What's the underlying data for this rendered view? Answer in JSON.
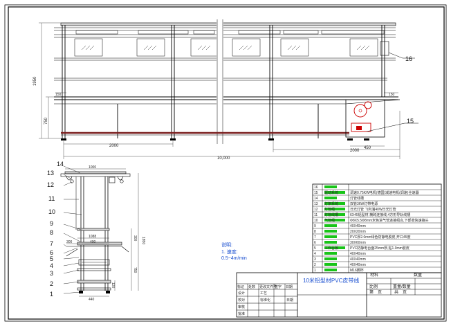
{
  "colors": {
    "frame": "#000000",
    "dimension": "#2a2a2a",
    "belt": "#7a1f1f",
    "motor": "#cc0000",
    "part_fill": "#d4d4d4",
    "blue_text": "#1a4fd0",
    "green_cell": "#19c419"
  },
  "front_view": {
    "dimensions": {
      "height": "1950",
      "frame_height": "750",
      "left_section": "2000",
      "total_length": "10,000",
      "right_section": "2000",
      "drive_width": "450",
      "left_end": "150",
      "right_end": "150"
    },
    "callouts": [
      "16",
      "15"
    ]
  },
  "side_view": {
    "dimensions": {
      "top_width": "1000",
      "mid_width": "1088",
      "inner_width": "400",
      "left_shelf": "300",
      "base_width": "440",
      "overall_height": "1850",
      "upper_height": "300",
      "lower_height": "750",
      "base_height": "120"
    },
    "callouts": [
      "14",
      "13",
      "12",
      "11",
      "10",
      "9",
      "8",
      "7",
      "6",
      "5",
      "4",
      "3",
      "2",
      "1"
    ]
  },
  "notes": {
    "heading": "说明:",
    "line1": "1. 速度:",
    "line2": "0.5~4m/min"
  },
  "parts_table": {
    "rows": [
      {
        "no": "16",
        "name": "",
        "spec": ""
      },
      {
        "no": "15",
        "name": "驱动系统",
        "spec": "调速0.75KW电机(德国)减速电机(调速)全速器"
      },
      {
        "no": "14",
        "name": "",
        "spec": "灯管线槽"
      },
      {
        "no": "13",
        "name": "灯架系统",
        "spec": "双管36W灯带电源"
      },
      {
        "no": "12",
        "name": "灯管组",
        "spec": "日光灯管 飞利浦40W日光灯管"
      },
      {
        "no": "11",
        "name": "灯管线槽",
        "spec": "6X45铝型材,横跨连接线,4方形导轨线槽"
      },
      {
        "no": "10",
        "name": "气管组",
        "spec": "Φ8X5.5Φ8mm米色进气管连接组合,下部收快速接头"
      },
      {
        "no": "9",
        "name": "",
        "spec": "40X40mm"
      },
      {
        "no": "8",
        "name": "",
        "spec": "20X20mm"
      },
      {
        "no": "7",
        "name": "",
        "spec": "PVC厚2.0mm绿色防静电胶皮,开口45度"
      },
      {
        "no": "6",
        "name": "",
        "spec": "30X60mm"
      },
      {
        "no": "5",
        "name": "工作台板",
        "spec": "PVC防静电台面25mm厚,贴1.0mm胶皮"
      },
      {
        "no": "4",
        "name": "",
        "spec": "40X40mm"
      },
      {
        "no": "3",
        "name": "",
        "spec": "40X40mm"
      },
      {
        "no": "2",
        "name": "",
        "spec": "40X40mm"
      },
      {
        "no": "1",
        "name": "",
        "spec": "M16脚杯"
      }
    ]
  },
  "title_block": {
    "drawing_title": "10米铝型材PVC皮带线",
    "material_label": "材料",
    "quantity_label": "数量",
    "sheets_total": "共　页",
    "sheet_num": "第　页",
    "scale_label": "比例",
    "weight_label": "重量/数量",
    "revision_cols": [
      "标记",
      "处数",
      "更改文件号",
      "签字",
      "日期"
    ],
    "roles": [
      "设计",
      "校对",
      "审核",
      "批准"
    ],
    "labels_center": [
      "工艺",
      "标准化",
      "日期"
    ]
  }
}
